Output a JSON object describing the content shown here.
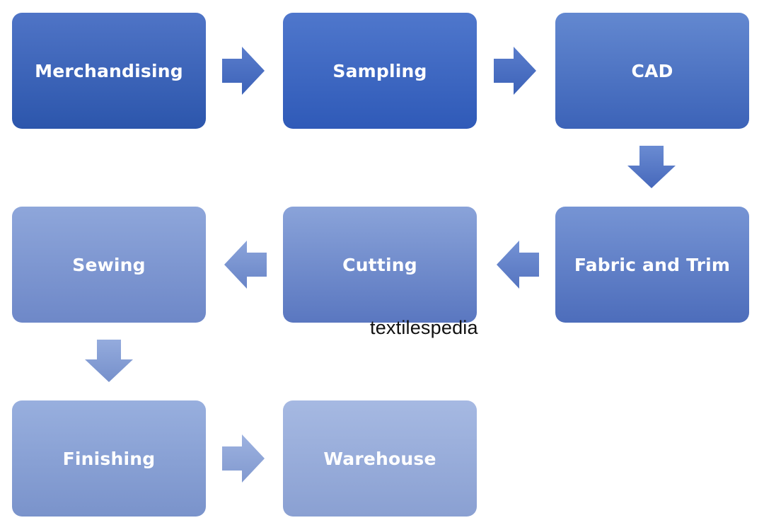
{
  "nodes": [
    {
      "id": "merchandising",
      "label": "Merchandising"
    },
    {
      "id": "sampling",
      "label": "Sampling"
    },
    {
      "id": "cad",
      "label": "CAD"
    },
    {
      "id": "fabric-and-trim",
      "label": "Fabric and Trim"
    },
    {
      "id": "cutting",
      "label": "Cutting"
    },
    {
      "id": "sewing",
      "label": "Sewing"
    },
    {
      "id": "finishing",
      "label": "Finishing"
    },
    {
      "id": "warehouse",
      "label": "Warehouse"
    }
  ],
  "edges": [
    {
      "from": "merchandising",
      "to": "sampling",
      "direction": "right"
    },
    {
      "from": "sampling",
      "to": "cad",
      "direction": "right"
    },
    {
      "from": "cad",
      "to": "fabric-and-trim",
      "direction": "down"
    },
    {
      "from": "fabric-and-trim",
      "to": "cutting",
      "direction": "left"
    },
    {
      "from": "cutting",
      "to": "sewing",
      "direction": "left"
    },
    {
      "from": "sewing",
      "to": "finishing",
      "direction": "down"
    },
    {
      "from": "finishing",
      "to": "warehouse",
      "direction": "right"
    }
  ],
  "watermark": "textilespedia",
  "colors": {
    "box_dark": "#2c56ac",
    "box_light": "#a6b9e2",
    "arrow": "#4a6fc4",
    "text": "#ffffff"
  }
}
